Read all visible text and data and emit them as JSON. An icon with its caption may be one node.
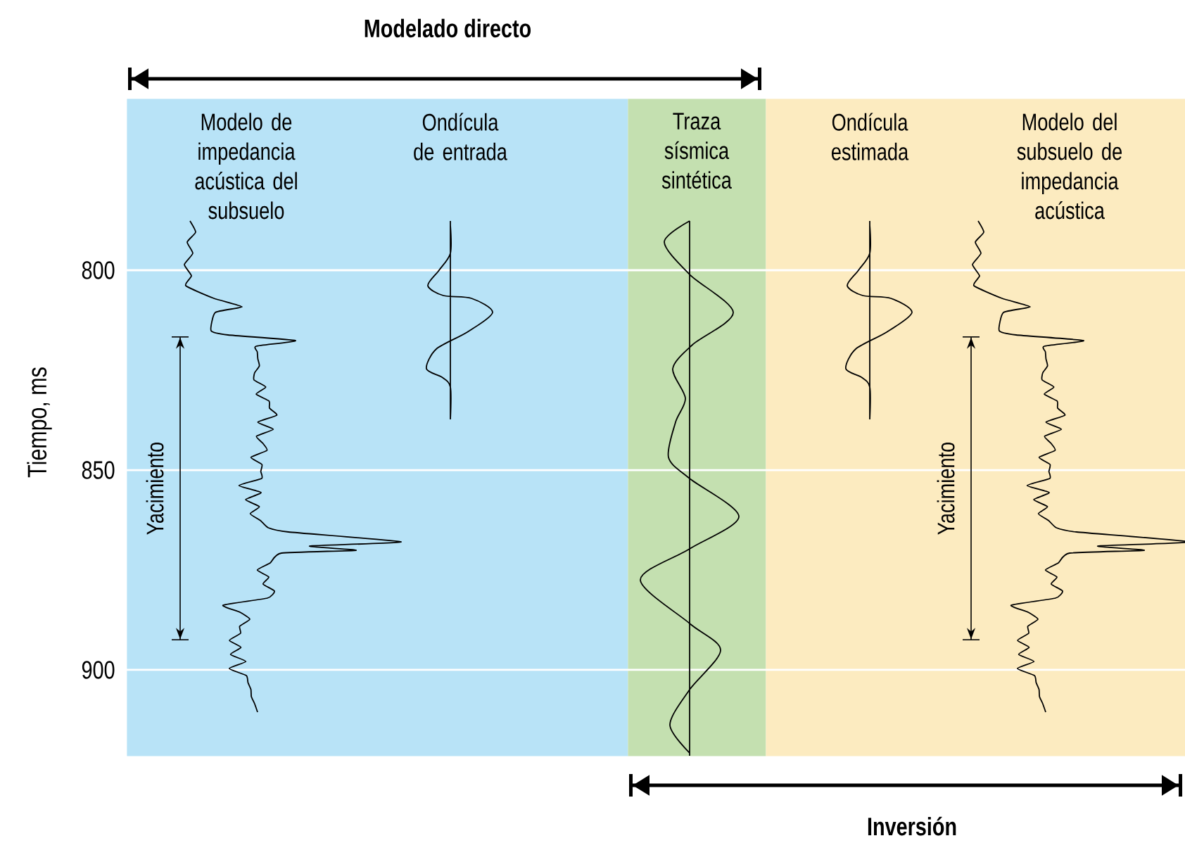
{
  "diagram": {
    "nodes": [
      {
        "text": [
          "Modelo de impedancia acústica del subsuelo",
          "Ondícula de entrada"
        ]
      },
      {
        "text": [
          "Traza sísmica sintética"
        ]
      },
      {
        "text": [
          "Ondícula estimada",
          "Modelo del subsuelo de impedancia acústica"
        ]
      }
    ],
    "labels": [
      "Modelado directo",
      "Tiempo, ms",
      "800",
      "850",
      "900",
      "Yacimiento",
      "Yacimiento",
      "Inversión"
    ]
  }
}
